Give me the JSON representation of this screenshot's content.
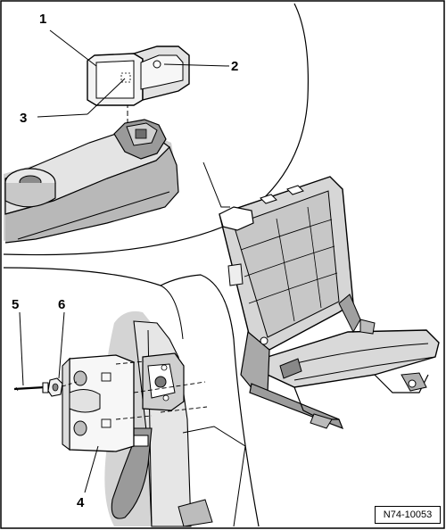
{
  "callouts": {
    "c1": "1",
    "c2": "2",
    "c3": "3",
    "c4": "4",
    "c5": "5",
    "c6": "6"
  },
  "reference_code": "N74-10053",
  "colors": {
    "stroke": "#000000",
    "shade_light": "#d9d9d9",
    "shade_mid": "#bdbdbd",
    "shade_dark": "#8f8f8f",
    "background": "#ffffff"
  }
}
